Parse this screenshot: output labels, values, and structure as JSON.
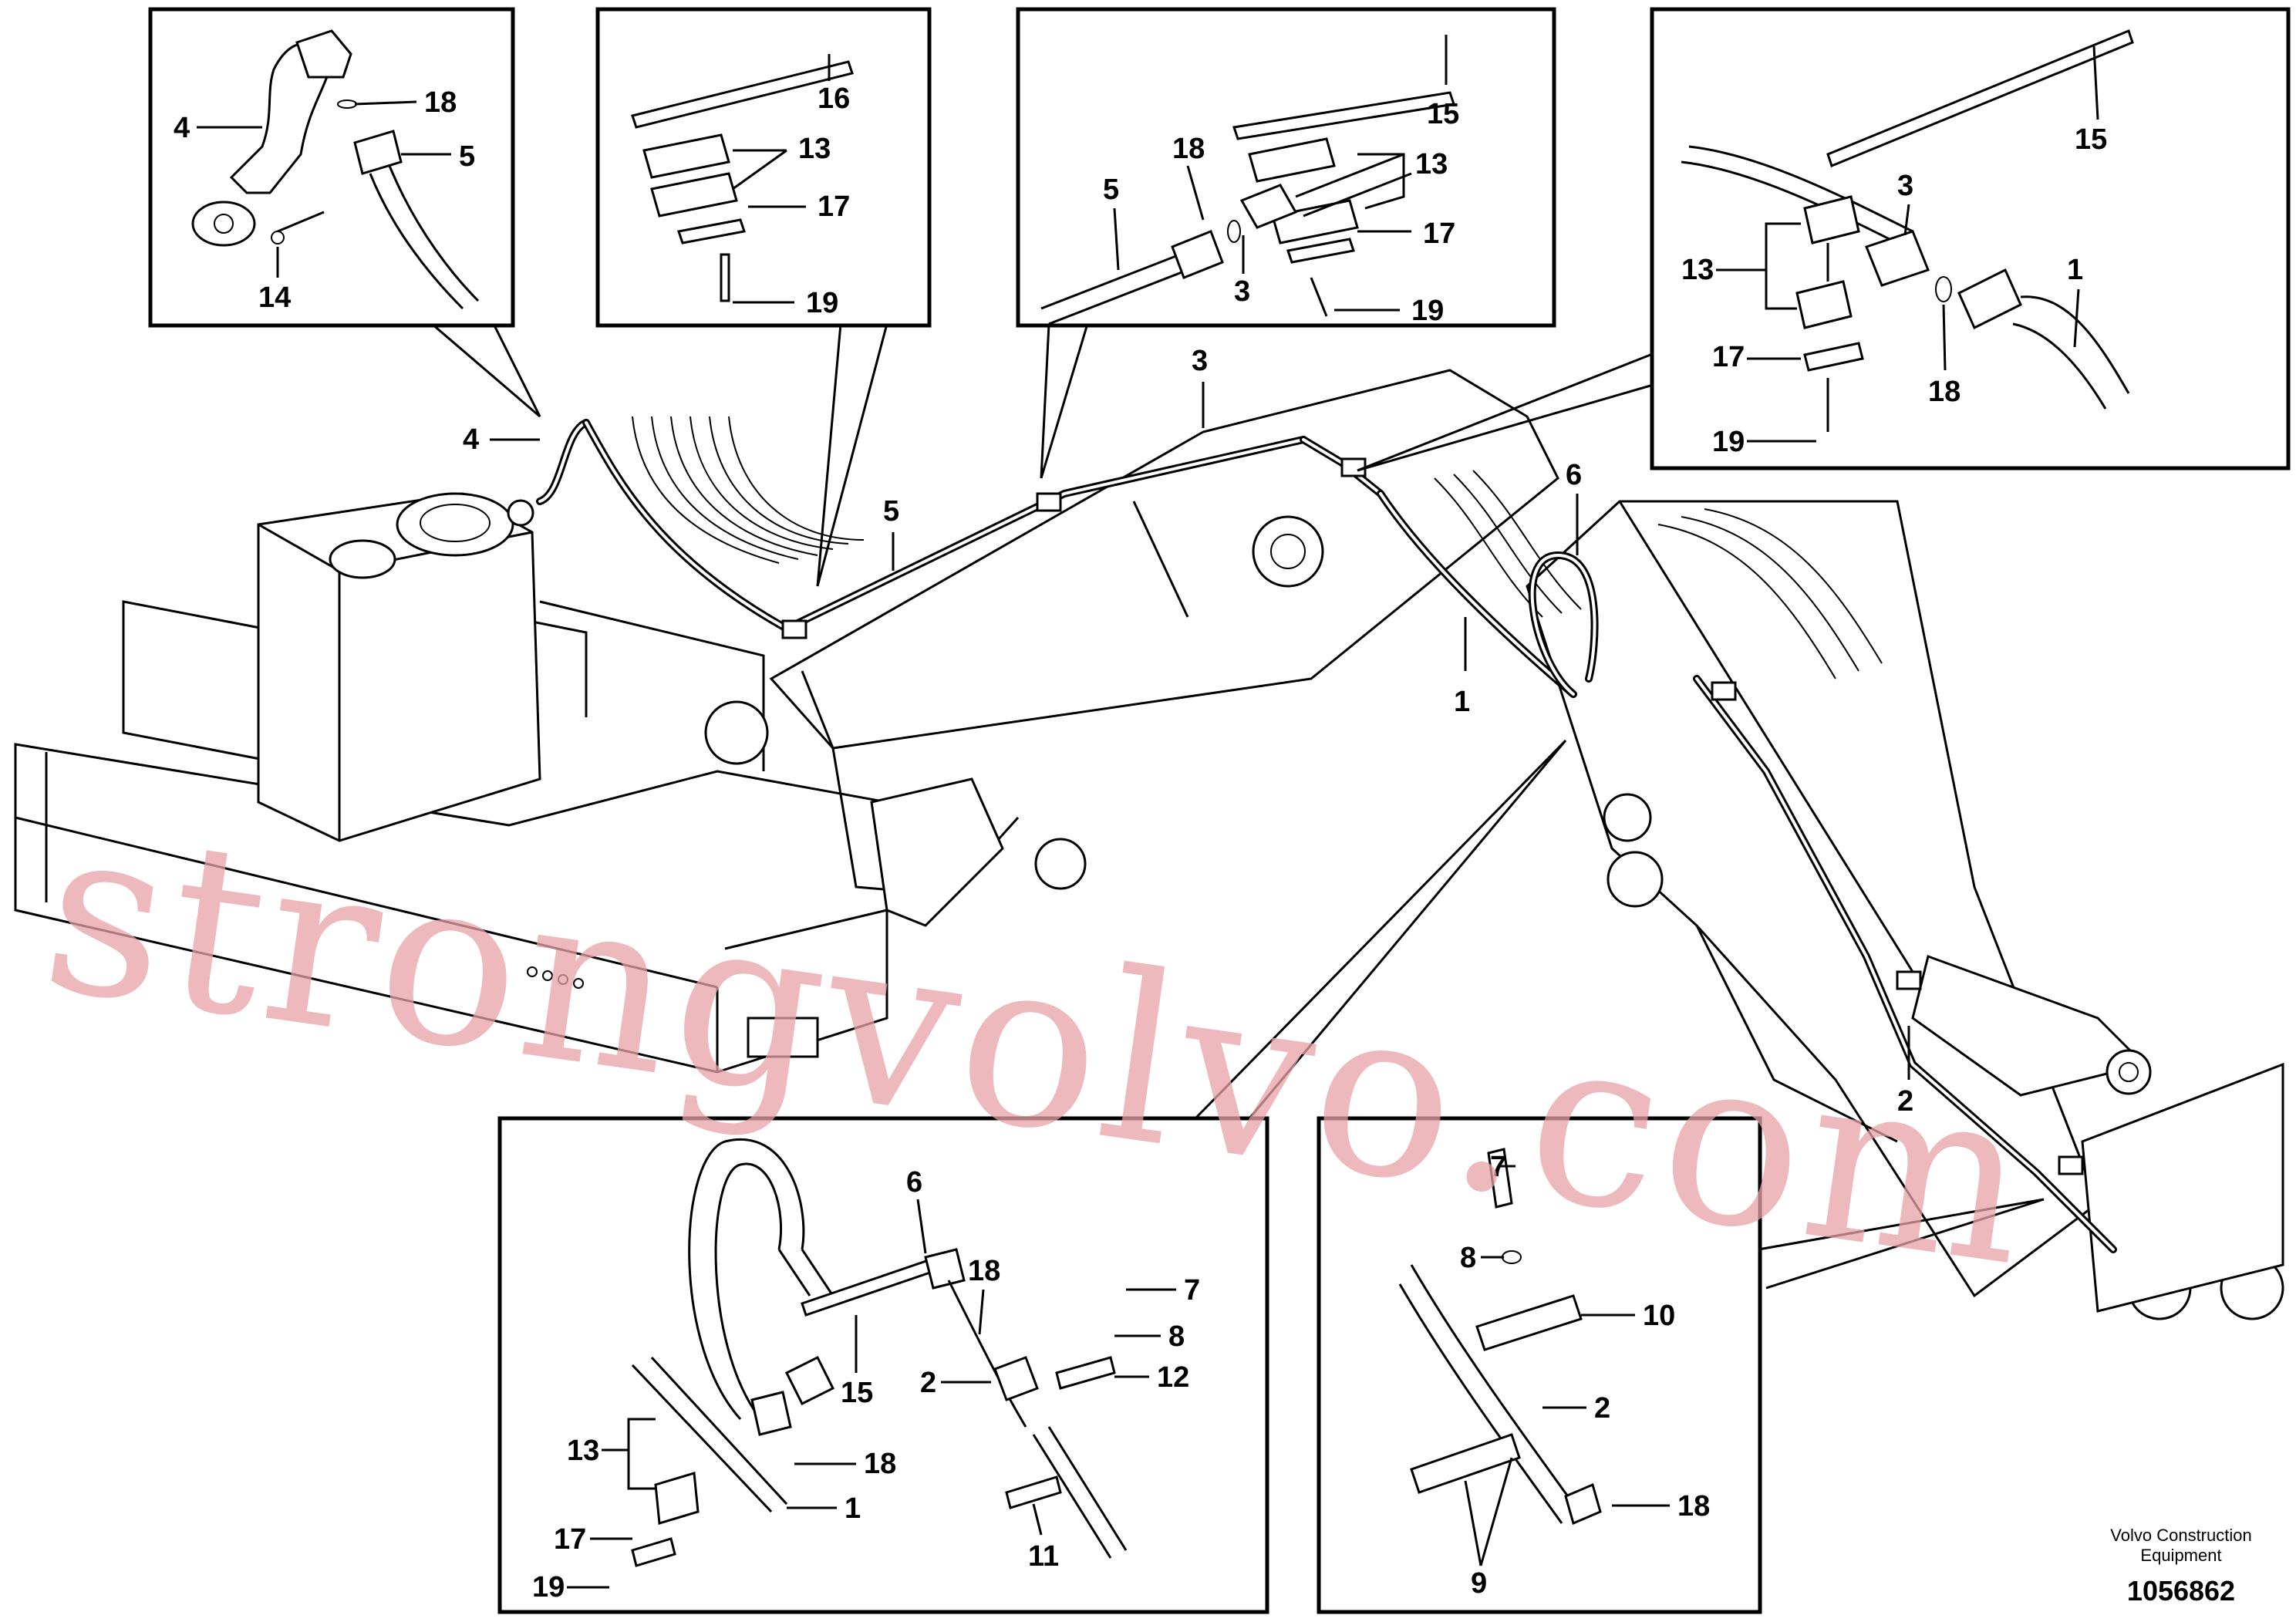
{
  "watermark": "strongvolvo.com",
  "caption": {
    "line1": "Volvo Construction",
    "line2": "Equipment",
    "doc_number": "1056862"
  },
  "main_labels": {
    "l1": "1",
    "l2": "2",
    "l3": "3",
    "l4": "4",
    "l5": "5",
    "l6": "6"
  },
  "detail_a": {
    "n4": "4",
    "n18": "18",
    "n5": "5",
    "n14": "14"
  },
  "detail_b": {
    "n16": "16",
    "n13": "13",
    "n17": "17",
    "n19": "19"
  },
  "detail_c": {
    "n15": "15",
    "n18": "18",
    "n5": "5",
    "n13": "13",
    "n17": "17",
    "n3": "3",
    "n19": "19"
  },
  "detail_d": {
    "n15": "15",
    "n3": "3",
    "n13": "13",
    "n1": "1",
    "n17": "17",
    "n18": "18",
    "n19": "19"
  },
  "detail_e": {
    "n6": "6",
    "n18a": "18",
    "n7": "7",
    "n8": "8",
    "n2": "2",
    "n12": "12",
    "n15": "15",
    "n13": "13",
    "n18b": "18",
    "n17": "17",
    "n1": "1",
    "n11": "11",
    "n19": "19"
  },
  "detail_f": {
    "n7": "7",
    "n8": "8",
    "n10": "10",
    "n2": "2",
    "n18": "18",
    "n9": "9"
  }
}
